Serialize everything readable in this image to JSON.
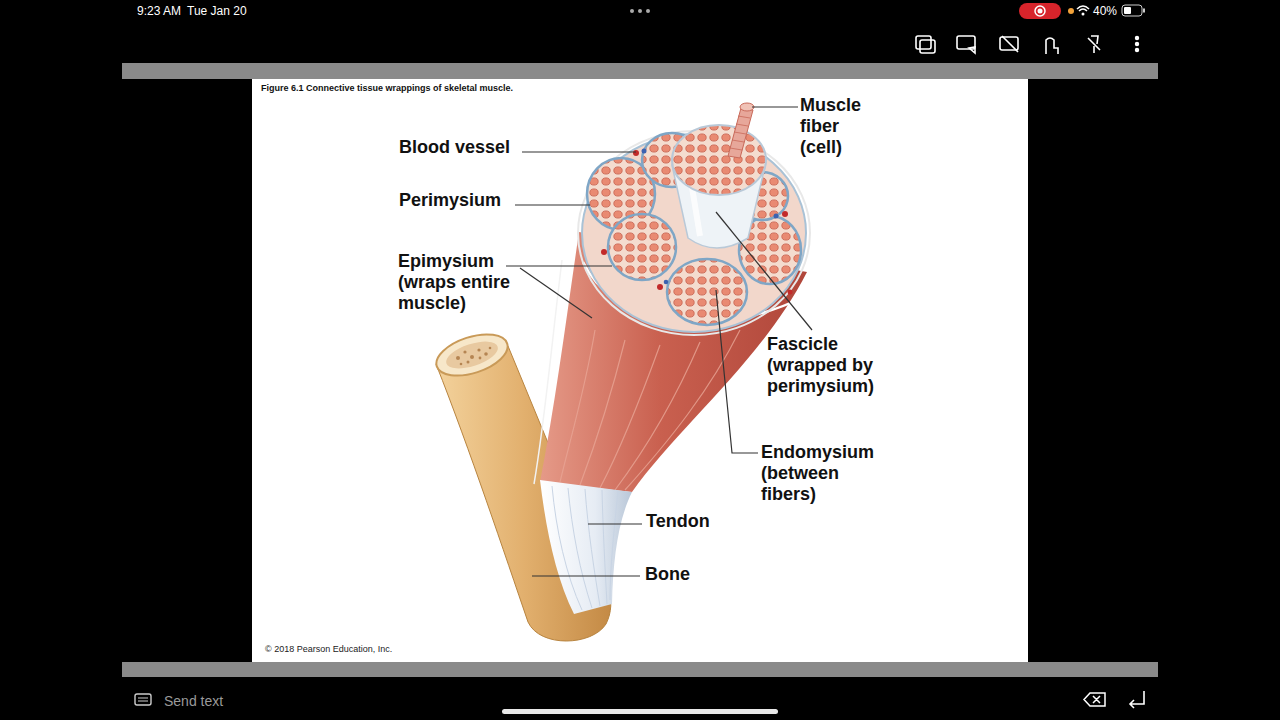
{
  "diagram": {
    "title": "Figure 6.1 Connective tissue wrappings of skeletal muscle.",
    "labels": [
      "9:23 AM",
      "Tue Jan 20",
      "40%",
      "Blood vessel",
      "Muscle fiber (cell)",
      "Perimysium",
      "Epimysium (wraps entire muscle)",
      "Fascicle (wrapped by perimysium)",
      "Endomysium (between fibers)",
      "Tendon",
      "Bone",
      "© 2018 Pearson Education, Inc.",
      "Send text"
    ]
  }
}
